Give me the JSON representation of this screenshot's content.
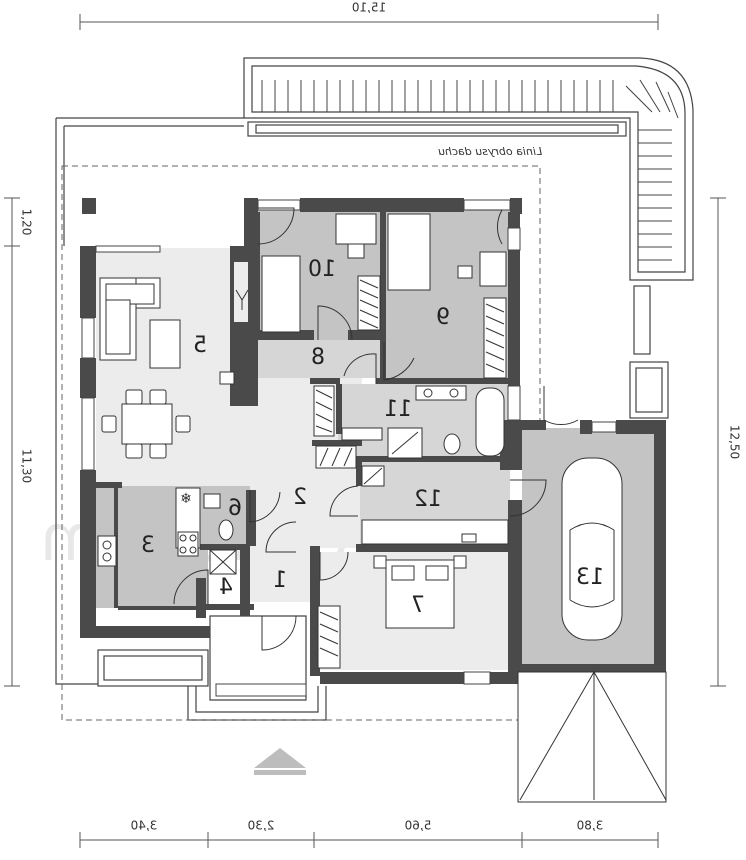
{
  "rooms": {
    "r1": "1",
    "r2": "2",
    "r3": "3",
    "r4": "4",
    "r5": "5",
    "r6": "6",
    "r7": "7",
    "r8": "8",
    "r9": "9",
    "r10": "10",
    "r11": "11",
    "r12": "12",
    "r13": "13"
  },
  "dimensions": {
    "top_total": "15,10",
    "bottom": [
      "3,40",
      "2,30",
      "5,60",
      "3,80"
    ],
    "left": [
      "1,20",
      "11,30"
    ],
    "right": "12,50"
  },
  "labels": {
    "roof_line": "Linia obrysu dachu",
    "watermark": "extradom"
  },
  "colors": {
    "wall": "#4a4a4a",
    "room_dark": "#c4c4c4",
    "room_mid": "#d6d6d6",
    "room_light": "#ececec"
  },
  "icons": [
    "entrance-arrow-icon",
    "car-icon",
    "fireplace-icon",
    "fridge-icon"
  ]
}
